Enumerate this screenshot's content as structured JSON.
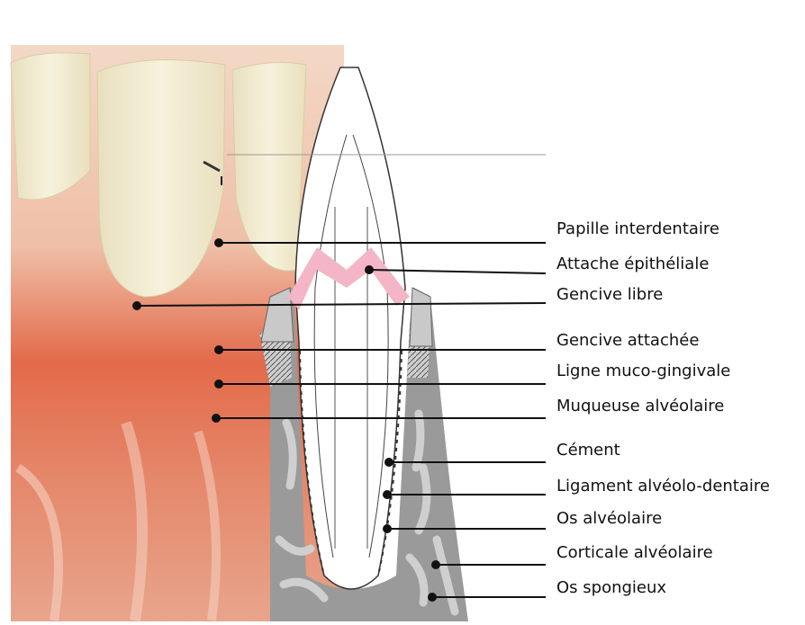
{
  "labels": [
    "Papille interdentaire",
    "Attache épithéliale",
    "Gencive libre",
    "Gencive attachée",
    "Ligne muco-gingivale",
    "Muqueuse alvéolaire",
    "Cément",
    "Ligament alvéolo-dentaire",
    "Os alvéolaire",
    "Corticale alvéolaire",
    "Os spongieux"
  ],
  "colors": {
    "gum": "#e9a08a",
    "gum_red": "#d8442c",
    "tooth": "#f4efd9",
    "bone": "#8e8e8e",
    "epithelial_attachment": "#f2b3c4",
    "leader_line": "#111111"
  }
}
